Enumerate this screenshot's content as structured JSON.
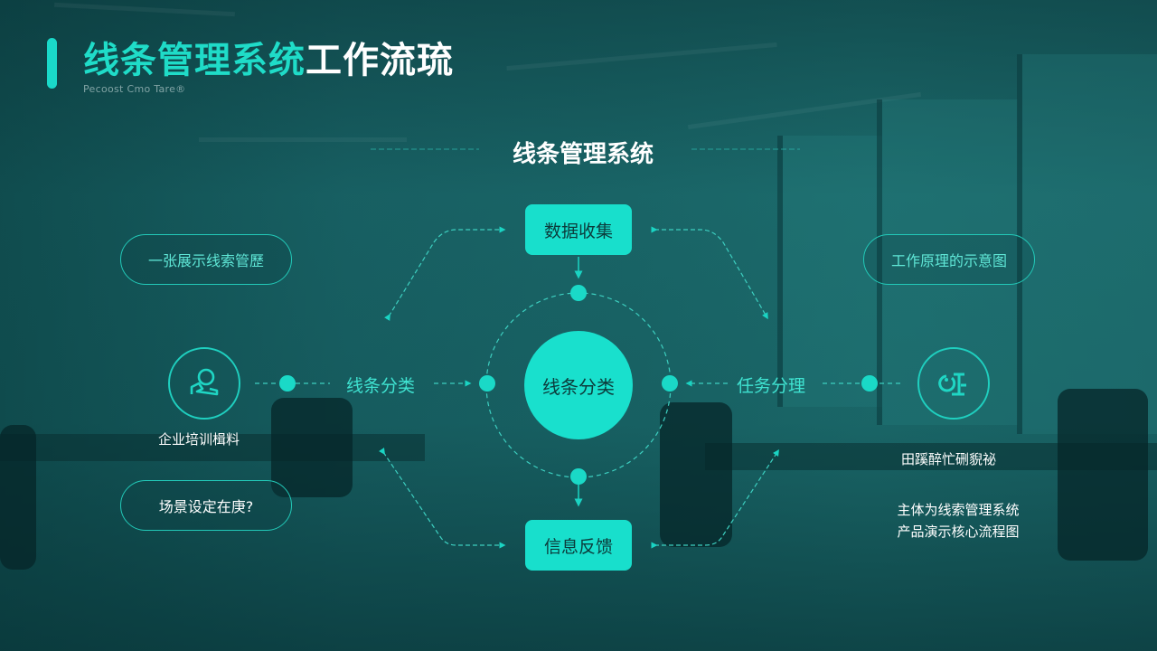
{
  "header": {
    "title_accent": "线条管理系统",
    "title_rest": "工作流琉",
    "subtitle": "Pecoost Cmo Tare®"
  },
  "diagram": {
    "system_title": "线条管理系统",
    "nodes": {
      "top": "数据收集",
      "center": "线条分类",
      "bottom": "信息反馈",
      "left_label": "线条分类",
      "right_label": "任务分理"
    },
    "left": {
      "pill_top": "一张展示线索管歷",
      "icon": "person-writing-icon",
      "caption": "企业培训楫料",
      "pill_bottom": "场景设定在庚?"
    },
    "right": {
      "pill_top": "工作原理的示意图",
      "icon": "tool-glyph-icon",
      "caption": "田蹊醉忙硎貎祕",
      "description_line1": "主体为线索管理系统",
      "description_line2": "产品演示核心流程图"
    },
    "colors": {
      "accent": "#1fdcc8",
      "box_fill": "#18dfcc",
      "box_text": "#0c3b3b",
      "background": "#15585a"
    }
  }
}
